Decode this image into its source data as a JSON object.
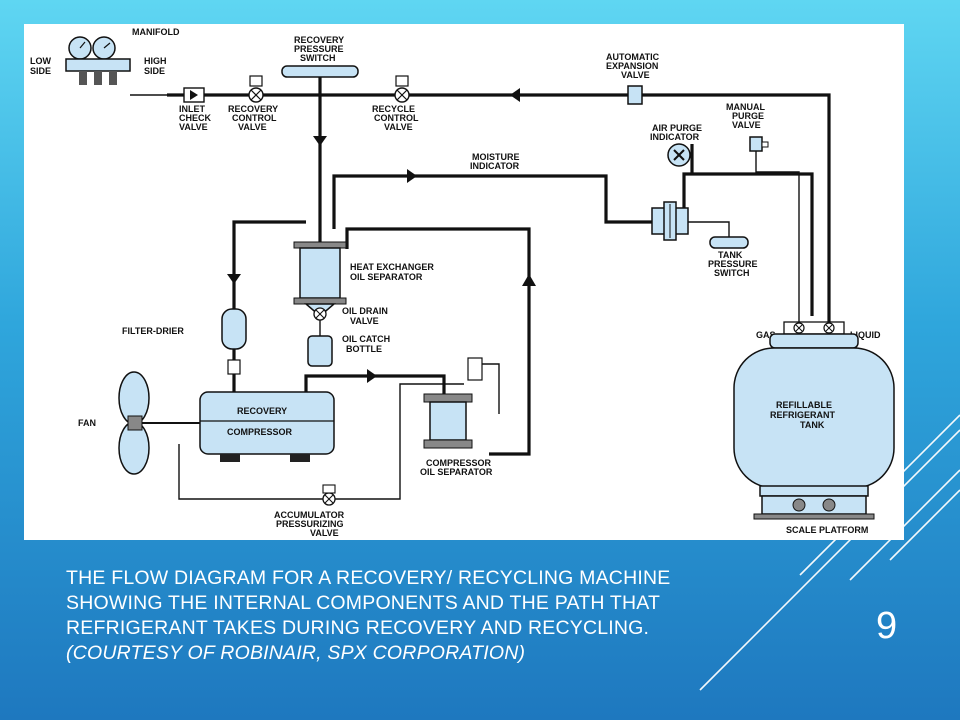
{
  "slide": {
    "page_number": "9",
    "caption": {
      "line1": "THE FLOW DIAGRAM FOR A RECOVERY/ RECYCLING MACHINE",
      "line2": "SHOWING THE INTERNAL COMPONENTS AND THE PATH THAT",
      "line3": "REFRIGERANT TAKES DURING RECOVERY AND RECYCLING.",
      "line4": "(COURTESY OF ROBINAIR, SPX CORPORATION)"
    },
    "colors": {
      "background_top": "#5fd6f2",
      "background_bottom": "#1e78bf",
      "component_fill": "#c7e3f5"
    }
  },
  "diagram": {
    "labels": {
      "manifold": "MANIFOLD",
      "low_side_1": "LOW",
      "low_side_2": "SIDE",
      "high_side_1": "HIGH",
      "high_side_2": "SIDE",
      "recovery_pressure_switch_1": "RECOVERY",
      "recovery_pressure_switch_2": "PRESSURE",
      "recovery_pressure_switch_3": "SWITCH",
      "automatic_expansion_valve_1": "AUTOMATIC",
      "automatic_expansion_valve_2": "EXPANSION",
      "automatic_expansion_valve_3": "VALVE",
      "inlet_check_valve_1": "INLET",
      "inlet_check_valve_2": "CHECK",
      "inlet_check_valve_3": "VALVE",
      "recovery_control_valve_1": "RECOVERY",
      "recovery_control_valve_2": "CONTROL",
      "recovery_control_valve_3": "VALVE",
      "recycle_control_valve_1": "RECYCLE",
      "recycle_control_valve_2": "CONTROL",
      "recycle_control_valve_3": "VALVE",
      "manual_purge_valve_1": "MANUAL",
      "manual_purge_valve_2": "PURGE",
      "manual_purge_valve_3": "VALVE",
      "air_purge_indicator_1": "AIR PURGE",
      "air_purge_indicator_2": "INDICATOR",
      "moisture_indicator_1": "MOISTURE",
      "moisture_indicator_2": "INDICATOR",
      "tank_pressure_switch_1": "TANK",
      "tank_pressure_switch_2": "PRESSURE",
      "tank_pressure_switch_3": "SWITCH",
      "heat_exchanger_1": "HEAT EXCHANGER",
      "heat_exchanger_2": "OIL SEPARATOR",
      "oil_drain_valve_1": "OIL DRAIN",
      "oil_drain_valve_2": "VALVE",
      "oil_catch_bottle_1": "OIL CATCH",
      "oil_catch_bottle_2": "BOTTLE",
      "filter_drier": "FILTER-DRIER",
      "gas": "GAS",
      "liquid": "LIQUID",
      "tank_1": "REFILLABLE",
      "tank_2": "REFRIGERANT",
      "tank_3": "TANK",
      "fan": "FAN",
      "recovery_compressor_1": "RECOVERY",
      "recovery_compressor_2": "COMPRESSOR",
      "compressor_oil_separator_1": "COMPRESSOR",
      "compressor_oil_separator_2": "OIL SEPARATOR",
      "accumulator_valve_1": "ACCUMULATOR",
      "accumulator_valve_2": "PRESSURIZING",
      "accumulator_valve_3": "VALVE",
      "scale_platform": "SCALE PLATFORM"
    }
  }
}
